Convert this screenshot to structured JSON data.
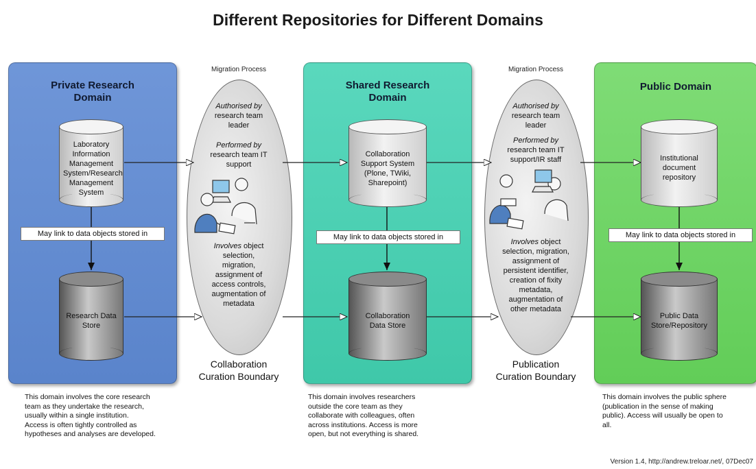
{
  "title": "Different Repositories for Different Domains",
  "domains": {
    "private": {
      "title_lines": [
        "Private Research",
        "Domain"
      ],
      "top_store_lines": [
        "Laboratory",
        "Information",
        "Management",
        "System/Research",
        "Management",
        "System"
      ],
      "link_label": "May link to data objects stored in",
      "bottom_store_lines": [
        "Research Data",
        "Store"
      ],
      "description_lines": [
        "This domain involves the core research",
        "team as they undertake the research,",
        "usually within a single institution.",
        "Access is often tightly controlled as",
        "hypotheses and analyses are developed."
      ]
    },
    "shared": {
      "title_lines": [
        "Shared Research",
        "Domain"
      ],
      "top_store_lines": [
        "Collaboration",
        "Support System",
        "(Plone, TWiki,",
        "Sharepoint)"
      ],
      "link_label": "May link to data objects stored in",
      "bottom_store_lines": [
        "Collaboration",
        "Data Store"
      ],
      "description_lines": [
        "This domain involves researchers",
        "outside the core team as they",
        "collaborate with colleagues, often",
        "across institutions.  Access is more",
        "open, but not everything is shared."
      ]
    },
    "public": {
      "title_lines": [
        "Public Domain"
      ],
      "top_store_lines": [
        "Institutional",
        "document",
        "repository"
      ],
      "link_label": "May link to data objects stored in",
      "bottom_store_lines": [
        "Public Data",
        "Store/Repository"
      ],
      "description_lines": [
        "This domain involves the public sphere",
        "(publication in the sense of making",
        "public).  Access will usually be open to",
        "all."
      ]
    }
  },
  "migrations": {
    "collaboration": {
      "header": "Migration Process",
      "authorised_label": "Authorised by",
      "authorised_lines": [
        "research team",
        "leader"
      ],
      "performed_label": "Performed by",
      "performed_lines": [
        "research team IT",
        "support"
      ],
      "involves_label": "Involves",
      "involves_first": "object",
      "involves_lines": [
        "selection,",
        "migration,",
        "assignment of",
        "access controls,",
        "augmentation of",
        "metadata"
      ],
      "boundary_lines": [
        "Collaboration",
        "Curation Boundary"
      ]
    },
    "publication": {
      "header": "Migration Process",
      "authorised_label": "Authorised by",
      "authorised_lines": [
        "research team",
        "leader"
      ],
      "performed_label": "Performed by",
      "performed_lines": [
        "research team IT",
        "support/IR staff"
      ],
      "involves_label": "Involves",
      "involves_first": "object",
      "involves_lines": [
        "selection, migration,",
        "assignment of",
        "persistent identifier,",
        "creation of fixity",
        "metadata,",
        "augmentation of",
        "other metadata"
      ],
      "boundary_lines": [
        "Publication",
        "Curation Boundary"
      ]
    }
  },
  "version": "Version 1.4,  http://andrew.treloar.net/, 07Dec07",
  "colors": {
    "private": "#5a84cb",
    "shared": "#3fc8a9",
    "public": "#62cd58"
  }
}
